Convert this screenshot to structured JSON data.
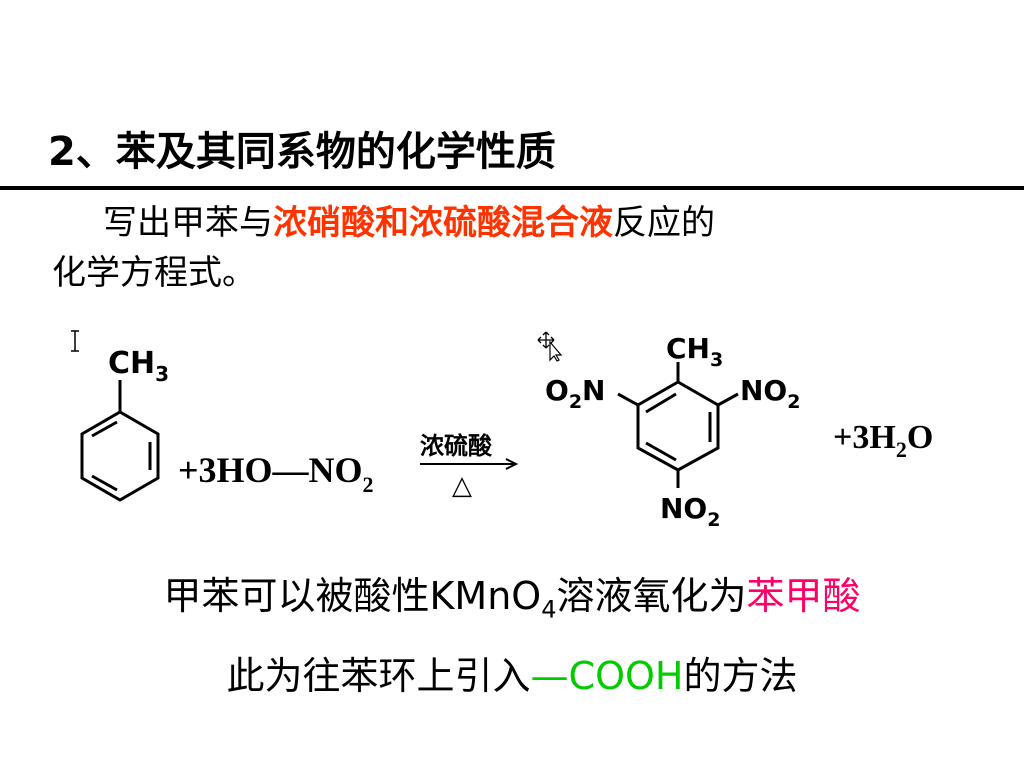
{
  "title": {
    "number": "2",
    "text": "、苯及其同系物的化学性质"
  },
  "question": {
    "before": "写出甲苯与",
    "highlight": "浓硝酸和浓硫酸混合液",
    "after": "反应的",
    "line2": "化学方程式。"
  },
  "equation": {
    "toluene_group": "CH",
    "sub3": "3",
    "reagent_main": "+3HO—NO",
    "sub2": "2",
    "catalyst": "浓硫酸",
    "heat": "△",
    "product_top": "CH",
    "product_left_o": "O",
    "product_left_n": "N",
    "product_right": "NO",
    "product_bottom": "NO",
    "water_plus": "+3H",
    "water_o": "O"
  },
  "statement1": {
    "before": "甲苯可以被酸性",
    "formula_main": "KMnO",
    "formula_sub": "4",
    "middle": "溶液氧化为",
    "highlight": "苯甲酸"
  },
  "statement2": {
    "before": "此为往苯环上引入",
    "group": "—COOH",
    "after": "的方法"
  },
  "colors": {
    "red": "#ff3300",
    "pink": "#ff0066",
    "green": "#00cc00"
  },
  "icons": {
    "text_cursor": "text-cursor-icon",
    "move_cursor": "move-cursor-icon"
  }
}
